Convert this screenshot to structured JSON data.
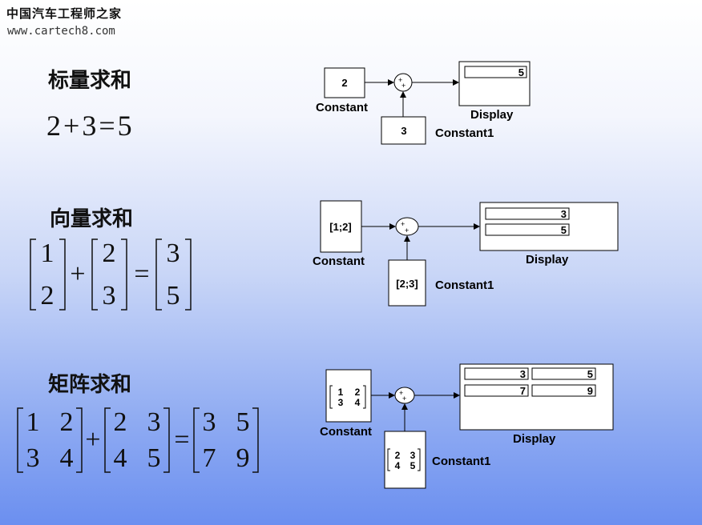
{
  "watermark": {
    "title": "中国汽车工程师之家",
    "url": "www.cartech8.com"
  },
  "sections": {
    "scalar": {
      "heading": "标量求和",
      "equation": {
        "a": "2",
        "plus": "+",
        "b": "3",
        "equals": "=",
        "c": "5"
      },
      "diagram": {
        "constant_value": "2",
        "constant_label": "Constant",
        "constant1_value": "3",
        "constant1_label": "Constant1",
        "display_values": [
          "5"
        ],
        "display_label": "Display",
        "sum_signs": [
          "+",
          "+"
        ]
      }
    },
    "vector": {
      "heading": "向量求和",
      "equation": {
        "a": [
          "1",
          "2"
        ],
        "plus": "+",
        "b": [
          "2",
          "3"
        ],
        "equals": "=",
        "c": [
          "3",
          "5"
        ]
      },
      "diagram": {
        "constant_value": "[1;2]",
        "constant_label": "Constant",
        "constant1_value": "[2;3]",
        "constant1_label": "Constant1",
        "display_values": [
          "3",
          "5"
        ],
        "display_label": "Display",
        "sum_signs": [
          "+",
          "+"
        ]
      }
    },
    "matrix": {
      "heading": "矩阵求和",
      "equation": {
        "a": [
          [
            "1",
            "2"
          ],
          [
            "3",
            "4"
          ]
        ],
        "plus": "+",
        "b": [
          [
            "2",
            "3"
          ],
          [
            "4",
            "5"
          ]
        ],
        "equals": "=",
        "c": [
          [
            "3",
            "5"
          ],
          [
            "7",
            "9"
          ]
        ]
      },
      "diagram": {
        "constant_value": [
          [
            "1",
            "2"
          ],
          [
            "3",
            "4"
          ]
        ],
        "constant_label": "Constant",
        "constant1_value": [
          [
            "2",
            "3"
          ],
          [
            "4",
            "5"
          ]
        ],
        "constant1_label": "Constant1",
        "display_values": [
          [
            "3",
            "5"
          ],
          [
            "7",
            "9"
          ]
        ],
        "display_label": "Display",
        "sum_signs": [
          "+",
          "+"
        ]
      }
    }
  }
}
